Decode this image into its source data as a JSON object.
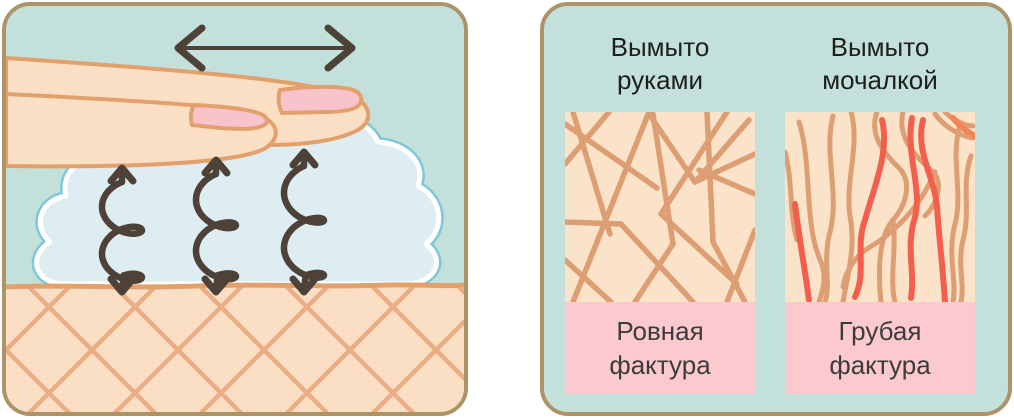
{
  "comparison": {
    "columns": [
      {
        "header": "Вымыто руками",
        "caption": "Ровная фактура",
        "texture": "smooth-crisscross-lines"
      },
      {
        "header": "Вымыто мочалкой",
        "caption": "Грубая фактура",
        "texture": "rough-scratched-lines"
      }
    ]
  },
  "left_panel": {
    "icons": [
      "horizontal-motion-arrow-icon",
      "spring-vibration-arrow-icon",
      "foam-cloud",
      "fingers",
      "skin-surface"
    ]
  },
  "palette": {
    "page_bg": "#ffffff",
    "panel_bg": "#c3e1da",
    "panel_border": "#ad9468",
    "skin_fill": "#fbdfc4",
    "skin_outline": "#e2a06d",
    "nail_fill": "#f9c3cb",
    "foam_fill": "#ddedf1",
    "foam_outline": "#7fc6dc",
    "arrow_color": "#4d4138",
    "hatch_line": "#e8a87e",
    "swatch_bg": "#fbe3c9",
    "swatch_line": "#dd9e73",
    "swatch_line_red": "#f2604d",
    "swatch_line_orange": "#f08455",
    "caption_bg": "#fbc9ce",
    "header_text": "#1e1e1e",
    "caption_text": "#3c3c3c"
  }
}
